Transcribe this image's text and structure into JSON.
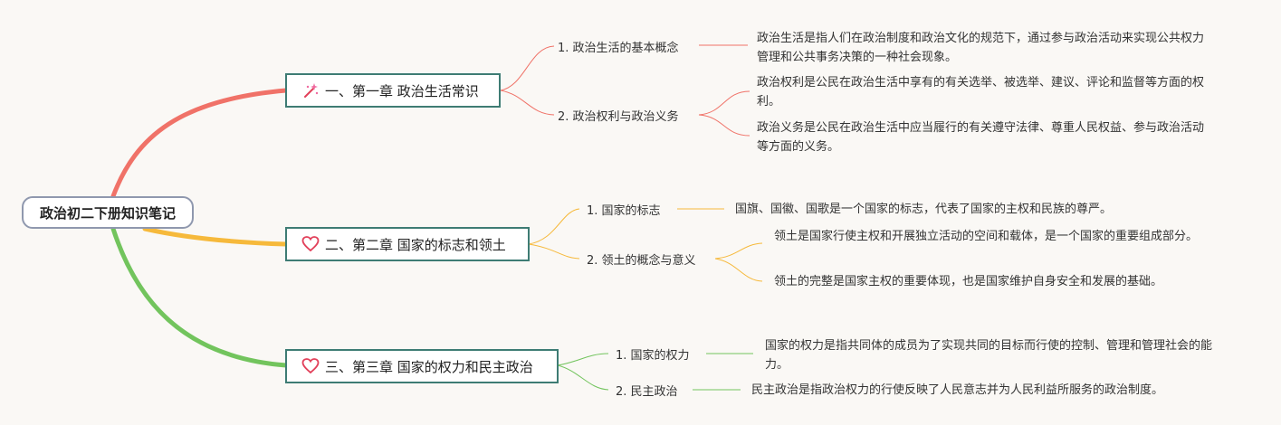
{
  "root": {
    "label": "政治初二下册知识笔记"
  },
  "chapters": [
    {
      "label": "一、第一章 政治生活常识",
      "icon": "magic-wand-sparkle-icon",
      "color": "#f07268",
      "topics": [
        {
          "label": "1. 政治生活的基本概念",
          "leaves": [
            "政治生活是指人们在政治制度和政治文化的规范下，通过参与政治活动来实现公共权力管理和公共事务决策的一种社会现象。"
          ]
        },
        {
          "label": "2. 政治权利与政治义务",
          "leaves": [
            "政治权利是公民在政治生活中享有的有关选举、被选举、建议、评论和监督等方面的权利。",
            "政治义务是公民在政治生活中应当履行的有关遵守法律、尊重人民权益、参与政治活动等方面的义务。"
          ]
        }
      ]
    },
    {
      "label": "二、第二章 国家的标志和领土",
      "icon": "heart-icon",
      "color": "#f6b93b",
      "topics": [
        {
          "label": "1. 国家的标志",
          "leaves": [
            "国旗、国徽、国歌是一个国家的标志，代表了国家的主权和民族的尊严。"
          ]
        },
        {
          "label": "2. 领土的概念与意义",
          "leaves": [
            "领土是国家行使主权和开展独立活动的空间和载体，是一个国家的重要组成部分。",
            "领土的完整是国家主权的重要体现，也是国家维护自身安全和发展的基础。"
          ]
        }
      ]
    },
    {
      "label": "三、第三章 国家的权力和民主政治",
      "icon": "heart-icon",
      "color": "#72c45d",
      "topics": [
        {
          "label": "1. 国家的权力",
          "leaves": [
            "国家的权力是指共同体的成员为了实现共同的目标而行使的控制、管理和管理社会的能力。"
          ]
        },
        {
          "label": "2. 民主政治",
          "leaves": [
            "民主政治是指政治权力的行使反映了人民意志并为人民利益所服务的政治制度。"
          ]
        }
      ]
    }
  ]
}
